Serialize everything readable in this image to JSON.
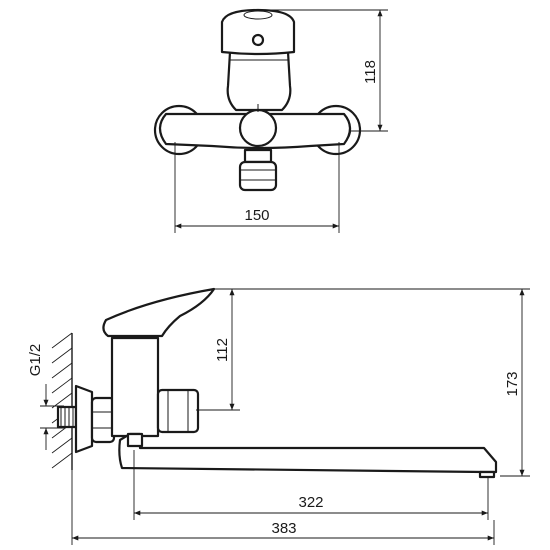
{
  "dimensions": {
    "front_height": "118",
    "front_width": "150",
    "side_lever_height": "112",
    "side_total_height": "173",
    "spout_length": "322",
    "total_length": "383",
    "thread": "G1/2"
  },
  "colors": {
    "line": "#1a1a1a",
    "background": "#ffffff"
  }
}
